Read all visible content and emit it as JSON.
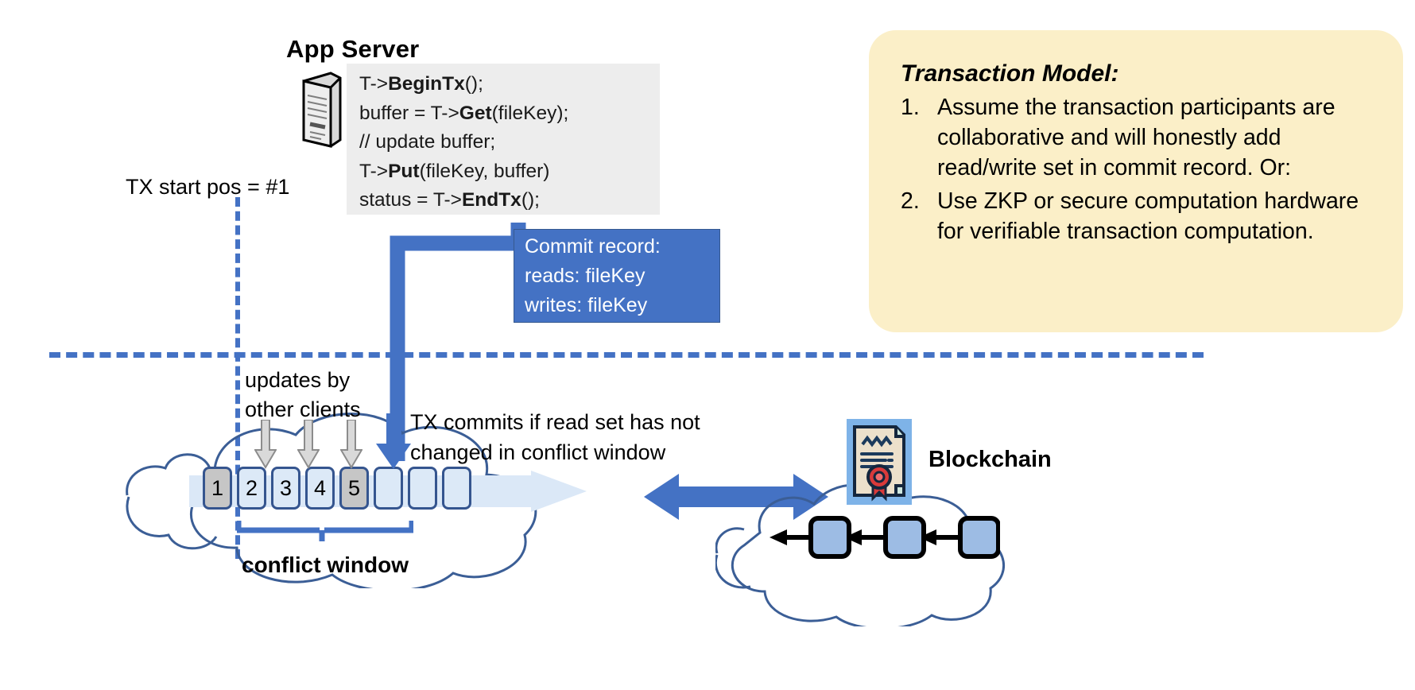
{
  "app_server": {
    "title": "App Server",
    "icon": "server-tower-icon",
    "code_lines": [
      {
        "pre": "T->",
        "bold": "BeginTx",
        "post": "();"
      },
      {
        "pre": "buffer = T->",
        "bold": "Get",
        "post": "(fileKey);"
      },
      {
        "pre": "// update buffer;",
        "bold": "",
        "post": ""
      },
      {
        "pre": "T->",
        "bold": "Put",
        "post": "(fileKey, buffer)"
      },
      {
        "pre": "status = T->",
        "bold": "EndTx",
        "post": "();"
      }
    ]
  },
  "commit_record": {
    "title": "Commit record:",
    "reads": "reads: fileKey",
    "writes": "writes: fileKey",
    "color": "#4472C4"
  },
  "labels": {
    "tx_start": "TX start pos = #1",
    "updates_by_other_clients_l1": "updates by",
    "updates_by_other_clients_l2": "other clients",
    "tx_commits": "TX commits if read set has not\nchanged in conflict window",
    "conflict_window": "conflict window",
    "blockchain": "Blockchain"
  },
  "log": {
    "blocks": [
      {
        "label": "1",
        "state": "committed"
      },
      {
        "label": "2",
        "state": "update"
      },
      {
        "label": "3",
        "state": "update"
      },
      {
        "label": "4",
        "state": "update"
      },
      {
        "label": "5",
        "state": "committed"
      },
      {
        "label": "",
        "state": "empty"
      },
      {
        "label": "",
        "state": "empty"
      },
      {
        "label": "",
        "state": "empty"
      }
    ],
    "update_arrow_count": 3,
    "committed_color": "#C6C6C6",
    "block_fill": "#DCE9F7",
    "block_stroke": "#35558F"
  },
  "blockchain": {
    "block_count": 3,
    "block_fill": "#9DBCE4",
    "cert_icon": "certificate-icon"
  },
  "transaction_model": {
    "title": "Transaction Model:",
    "items": [
      {
        "num": "1.",
        "text": "Assume the transaction participants are collaborative and will honestly add read/write set in commit record.  Or:"
      },
      {
        "num": "2.",
        "text": "Use ZKP or secure computation hardware for verifiable transaction computation."
      }
    ],
    "panel_color": "#FBEFC8"
  },
  "theme": {
    "accent_blue": "#4472C4",
    "dash_blue": "#4472C4",
    "code_panel_bg": "#EDEDED"
  }
}
